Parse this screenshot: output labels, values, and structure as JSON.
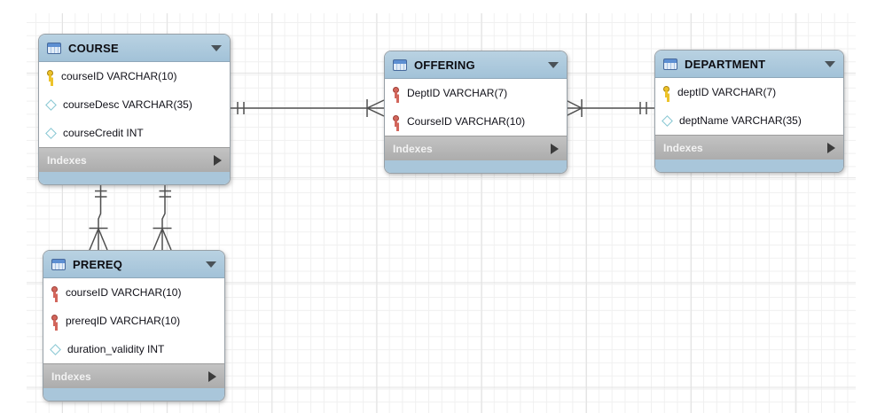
{
  "tables": [
    {
      "name": "COURSE",
      "footer_label": "Indexes",
      "columns": [
        {
          "icon": "primary-key-icon",
          "label": "courseID VARCHAR(10)"
        },
        {
          "icon": "column-icon",
          "label": "courseDesc VARCHAR(35)"
        },
        {
          "icon": "column-icon",
          "label": "courseCredit INT"
        }
      ]
    },
    {
      "name": "OFFERING",
      "footer_label": "Indexes",
      "columns": [
        {
          "icon": "foreign-key-icon",
          "label": "DeptID VARCHAR(7)"
        },
        {
          "icon": "foreign-key-icon",
          "label": "CourseID VARCHAR(10)"
        }
      ]
    },
    {
      "name": "DEPARTMENT",
      "footer_label": "Indexes",
      "columns": [
        {
          "icon": "primary-key-icon",
          "label": "deptID VARCHAR(7)"
        },
        {
          "icon": "column-icon",
          "label": "deptName VARCHAR(35)"
        }
      ]
    },
    {
      "name": "PREREQ",
      "footer_label": "Indexes",
      "columns": [
        {
          "icon": "foreign-key-icon",
          "label": "courseID VARCHAR(10)"
        },
        {
          "icon": "foreign-key-icon",
          "label": "prereqID VARCHAR(10)"
        },
        {
          "icon": "column-icon",
          "label": "duration_validity INT"
        }
      ]
    }
  ],
  "relationships": [
    {
      "from": "COURSE",
      "to": "OFFERING",
      "from_end": "one-and-only-one",
      "to_end": "many",
      "notation": "crow-foot"
    },
    {
      "from": "DEPARTMENT",
      "to": "OFFERING",
      "from_end": "one-and-only-one",
      "to_end": "many",
      "notation": "crow-foot"
    },
    {
      "from": "COURSE",
      "to": "PREREQ",
      "from_end": "one-and-only-one",
      "to_end": "many",
      "notation": "crow-foot"
    },
    {
      "from": "COURSE",
      "to": "PREREQ",
      "from_end": "one-and-only-one",
      "to_end": "many",
      "notation": "crow-foot"
    }
  ],
  "icons": {
    "table-icon": "mini table grid",
    "collapse-arrow-icon": "▼",
    "expand-arrow-icon": "▶",
    "primary-key-icon": "yellow key",
    "foreign-key-icon": "red key",
    "column-icon": "teal outline diamond"
  },
  "colors": {
    "header_blue": "#a9c6da",
    "footer_strip_blue": "#a9c6da",
    "indexes_gray": "#b3b3b3",
    "primary_key_yellow": "#edc32a",
    "foreign_key_red": "#d2665c",
    "diamond_teal": "#85c6d2",
    "relationship_line": "#4f4f4f",
    "grid_minor": "#f0f0f0",
    "grid_major": "#e3e3e3"
  }
}
